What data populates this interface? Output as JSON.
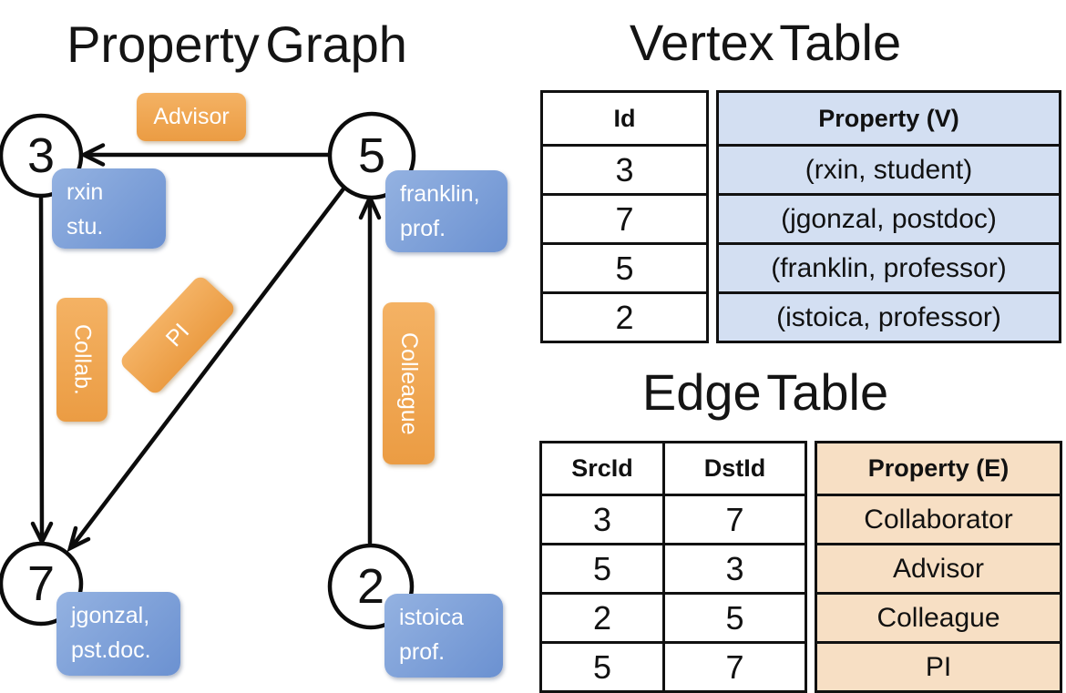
{
  "graph": {
    "title": "Property Graph",
    "nodes": [
      {
        "id": "3",
        "prop_lines": [
          "rxin",
          "stu."
        ]
      },
      {
        "id": "5",
        "prop_lines": [
          "franklin,",
          "prof."
        ]
      },
      {
        "id": "7",
        "prop_lines": [
          "jgonzal,",
          "pst.doc."
        ]
      },
      {
        "id": "2",
        "prop_lines": [
          "istoica",
          "prof."
        ]
      }
    ],
    "edges": [
      {
        "from": "5",
        "to": "3",
        "label": "Advisor"
      },
      {
        "from": "3",
        "to": "7",
        "label": "Collab."
      },
      {
        "from": "5",
        "to": "7",
        "label": "PI"
      },
      {
        "from": "2",
        "to": "5",
        "label": "Colleague"
      }
    ]
  },
  "vertex_table": {
    "title": "Vertex Table",
    "columns": [
      "Id",
      "Property (V)"
    ],
    "rows": [
      [
        "3",
        "(rxin, student)"
      ],
      [
        "7",
        "(jgonzal, postdoc)"
      ],
      [
        "5",
        "(franklin, professor)"
      ],
      [
        "2",
        "(istoica, professor)"
      ]
    ]
  },
  "edge_table": {
    "title": "Edge Table",
    "columns": [
      "SrcId",
      "DstId",
      "Property (E)"
    ],
    "rows": [
      [
        "3",
        "7",
        "Collaborator"
      ],
      [
        "5",
        "3",
        "Advisor"
      ],
      [
        "2",
        "5",
        "Colleague"
      ],
      [
        "5",
        "7",
        "PI"
      ]
    ]
  },
  "colors": {
    "edge_label_orange": "#efa452",
    "property_box_blue": "#7b9bd6",
    "vertex_cell_blue": "#d3dff2",
    "edge_cell_orange": "#f7dfc4",
    "line_black": "#0c0c0c"
  }
}
